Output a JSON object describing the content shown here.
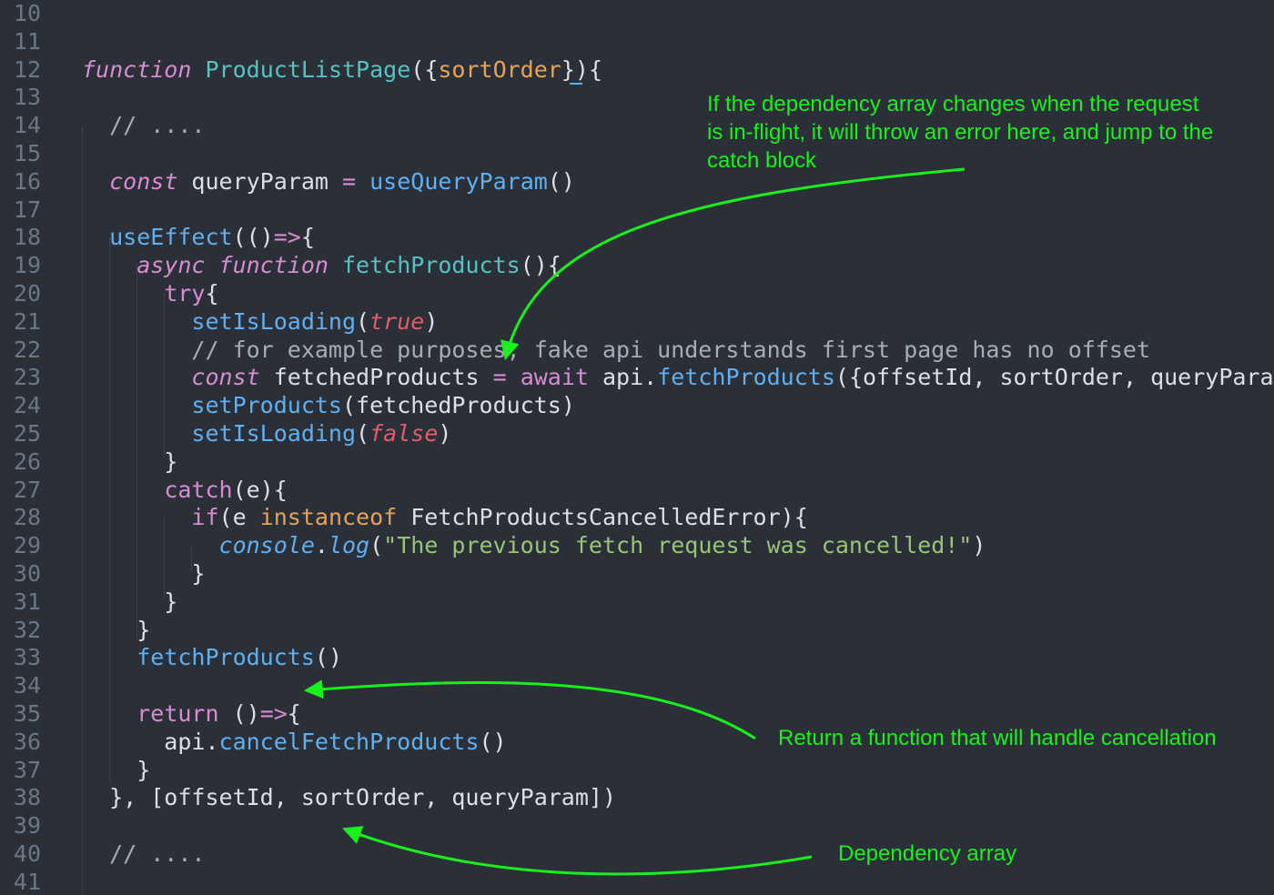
{
  "editor": {
    "language": "javascript",
    "line_numbers": [
      "10",
      "11",
      "12",
      "13",
      "14",
      "15",
      "16",
      "17",
      "18",
      "19",
      "20",
      "21",
      "22",
      "23",
      "24",
      "25",
      "26",
      "27",
      "28",
      "29",
      "30",
      "31",
      "32",
      "33",
      "34",
      "35",
      "36",
      "37",
      "38",
      "39",
      "40",
      "41"
    ],
    "lines": [
      [],
      [],
      [
        [
          "kw-i",
          "function"
        ],
        [
          "tx",
          " "
        ],
        [
          "fn",
          "ProductListPage"
        ],
        [
          "tx",
          "({"
        ],
        [
          "pr",
          "sortOrder"
        ],
        [
          "tx",
          "}){"
        ]
      ],
      [],
      [
        [
          "cm",
          "  // ...."
        ]
      ],
      [],
      [
        [
          "tx",
          "  "
        ],
        [
          "kw-i",
          "const"
        ],
        [
          "tx",
          " queryParam "
        ],
        [
          "op",
          "="
        ],
        [
          "tx",
          " "
        ],
        [
          "mc",
          "useQueryParam"
        ],
        [
          "tx",
          "()"
        ]
      ],
      [],
      [
        [
          "tx",
          "  "
        ],
        [
          "mc",
          "useEffect"
        ],
        [
          "tx",
          "(()"
        ],
        [
          "op",
          "=>"
        ],
        [
          "tx",
          "{"
        ]
      ],
      [
        [
          "tx",
          "    "
        ],
        [
          "kw-i",
          "async function"
        ],
        [
          "tx",
          " "
        ],
        [
          "fn",
          "fetchProducts"
        ],
        [
          "tx",
          "(){"
        ]
      ],
      [
        [
          "tx",
          "      "
        ],
        [
          "kw",
          "try"
        ],
        [
          "tx",
          "{"
        ]
      ],
      [
        [
          "tx",
          "        "
        ],
        [
          "mc",
          "setIsLoading"
        ],
        [
          "tx",
          "("
        ],
        [
          "bl",
          "true"
        ],
        [
          "tx",
          ")"
        ]
      ],
      [
        [
          "cm",
          "        // for example purposes, fake api understands first page has no offset"
        ]
      ],
      [
        [
          "tx",
          "        "
        ],
        [
          "kw-i",
          "const"
        ],
        [
          "tx",
          " fetchedProducts "
        ],
        [
          "op",
          "="
        ],
        [
          "tx",
          " "
        ],
        [
          "kw",
          "await"
        ],
        [
          "tx",
          " api."
        ],
        [
          "mc",
          "fetchProducts"
        ],
        [
          "tx",
          "({offsetId, sortOrder, queryParam})"
        ]
      ],
      [
        [
          "tx",
          "        "
        ],
        [
          "mc",
          "setProducts"
        ],
        [
          "tx",
          "(fetchedProducts)"
        ]
      ],
      [
        [
          "tx",
          "        "
        ],
        [
          "mc",
          "setIsLoading"
        ],
        [
          "tx",
          "("
        ],
        [
          "bl",
          "false"
        ],
        [
          "tx",
          ")"
        ]
      ],
      [
        [
          "tx",
          "      }"
        ]
      ],
      [
        [
          "tx",
          "      "
        ],
        [
          "kw",
          "catch"
        ],
        [
          "tx",
          "(e){"
        ]
      ],
      [
        [
          "tx",
          "        "
        ],
        [
          "kw",
          "if"
        ],
        [
          "tx",
          "(e "
        ],
        [
          "kw2",
          "instanceof"
        ],
        [
          "tx",
          " FetchProductsCancelledError){"
        ]
      ],
      [
        [
          "tx",
          "          "
        ],
        [
          "mci",
          "console"
        ],
        [
          "tx",
          "."
        ],
        [
          "mci",
          "log"
        ],
        [
          "tx",
          "("
        ],
        [
          "st",
          "\"The previous fetch request was cancelled!\""
        ],
        [
          "tx",
          ")"
        ]
      ],
      [
        [
          "tx",
          "        }"
        ]
      ],
      [
        [
          "tx",
          "      }"
        ]
      ],
      [
        [
          "tx",
          "    }"
        ]
      ],
      [
        [
          "tx",
          "    "
        ],
        [
          "mc",
          "fetchProducts"
        ],
        [
          "tx",
          "()"
        ]
      ],
      [],
      [
        [
          "tx",
          "    "
        ],
        [
          "kw",
          "return"
        ],
        [
          "tx",
          " ()"
        ],
        [
          "op",
          "=>"
        ],
        [
          "tx",
          "{"
        ]
      ],
      [
        [
          "tx",
          "      api."
        ],
        [
          "mc",
          "cancelFetchProducts"
        ],
        [
          "tx",
          "()"
        ]
      ],
      [
        [
          "tx",
          "    }"
        ]
      ],
      [
        [
          "tx",
          "  }, [offsetId, sortOrder, queryParam])"
        ]
      ],
      [],
      [
        [
          "cm",
          "  // ...."
        ]
      ],
      []
    ]
  },
  "annotations": {
    "dependency_change": [
      "If the dependency array changes when the request",
      "is in-flight, it will throw an error here, and jump to the",
      "catch block"
    ],
    "cancellation": "Return a function that will handle cancellation",
    "dependency_array": "Dependency array"
  },
  "colors": {
    "background": "#2b3038",
    "annotation": "#19f01c",
    "keyword": "#d78bd1",
    "function_name": "#56c2c2",
    "method_call": "#61afef",
    "parameter": "#e5a35a",
    "comment": "#a7adb6",
    "boolean": "#e25d6b",
    "string": "#98c379",
    "line_number": "#6d7683"
  }
}
